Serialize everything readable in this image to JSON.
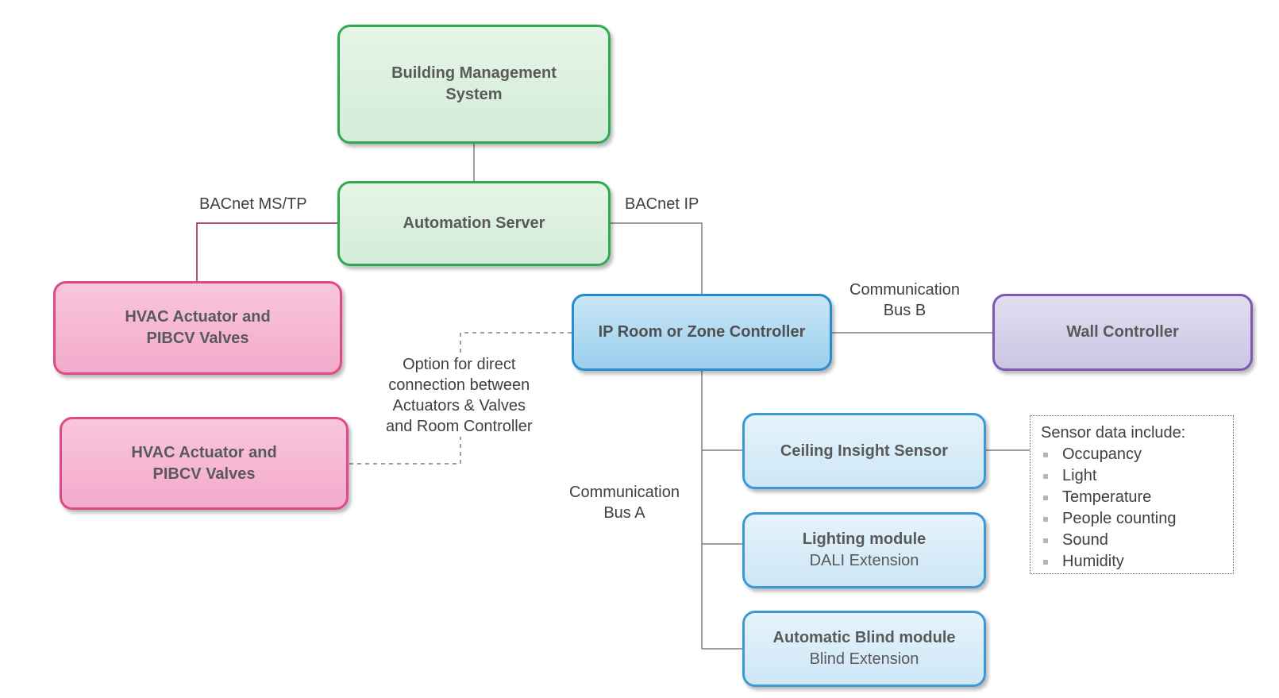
{
  "nodes": {
    "bms": "Building Management System",
    "automation_server": "Automation Server",
    "hvac_1": "HVAC Actuator and PIBCV Valves",
    "hvac_2": "HVAC Actuator and PIBCV Valves",
    "room_controller": "IP Room or Zone Controller",
    "wall_controller": "Wall Controller",
    "ceiling_sensor": "Ceiling Insight Sensor",
    "lighting_module": {
      "title": "Lighting module",
      "subtitle": "DALI Extension"
    },
    "blind_module": {
      "title": "Automatic Blind module",
      "subtitle": "Blind Extension"
    }
  },
  "labels": {
    "bacnet_mstp": "BACnet MS/TP",
    "bacnet_ip": "BACnet IP",
    "bus_b": [
      "Communication",
      "Bus B"
    ],
    "bus_a": [
      "Communication",
      "Bus A"
    ],
    "direct_option": [
      "Option for direct",
      "connection between",
      "Actuators & Valves",
      "and Room Controller"
    ]
  },
  "sensor_data": {
    "heading": "Sensor data include:",
    "items": [
      "Occupancy",
      "Light",
      "Temperature",
      "People counting",
      "Sound",
      "Humidity"
    ]
  },
  "colors": {
    "green_border": "#2faa4e",
    "pink_border": "#de4a86",
    "blue_border": "#2a8ccc",
    "purple_border": "#7e58b5",
    "bus_ms_tp_line": "#8b2040",
    "connector_line": "#7f7f7f"
  }
}
